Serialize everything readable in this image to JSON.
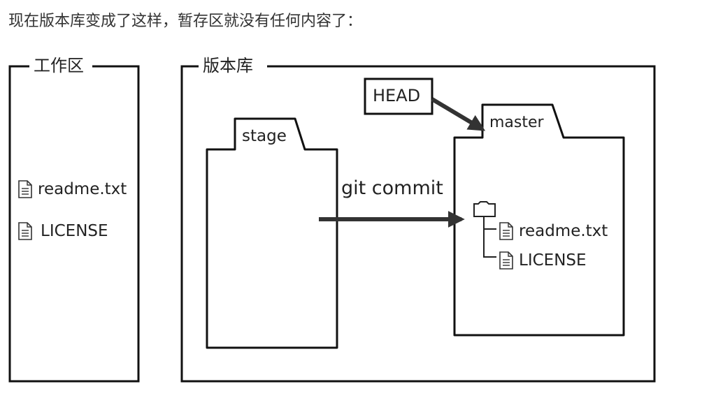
{
  "caption": "现在版本库变成了这样，暂存区就没有任何内容了：",
  "working_dir": {
    "title": "工作区",
    "files": [
      "readme.txt",
      "LICENSE"
    ]
  },
  "repository": {
    "title": "版本库",
    "stage_label": "stage",
    "head_label": "HEAD",
    "branch_label": "master",
    "commit_label": "git commit",
    "commit_files": [
      "readme.txt",
      "LICENSE"
    ]
  }
}
